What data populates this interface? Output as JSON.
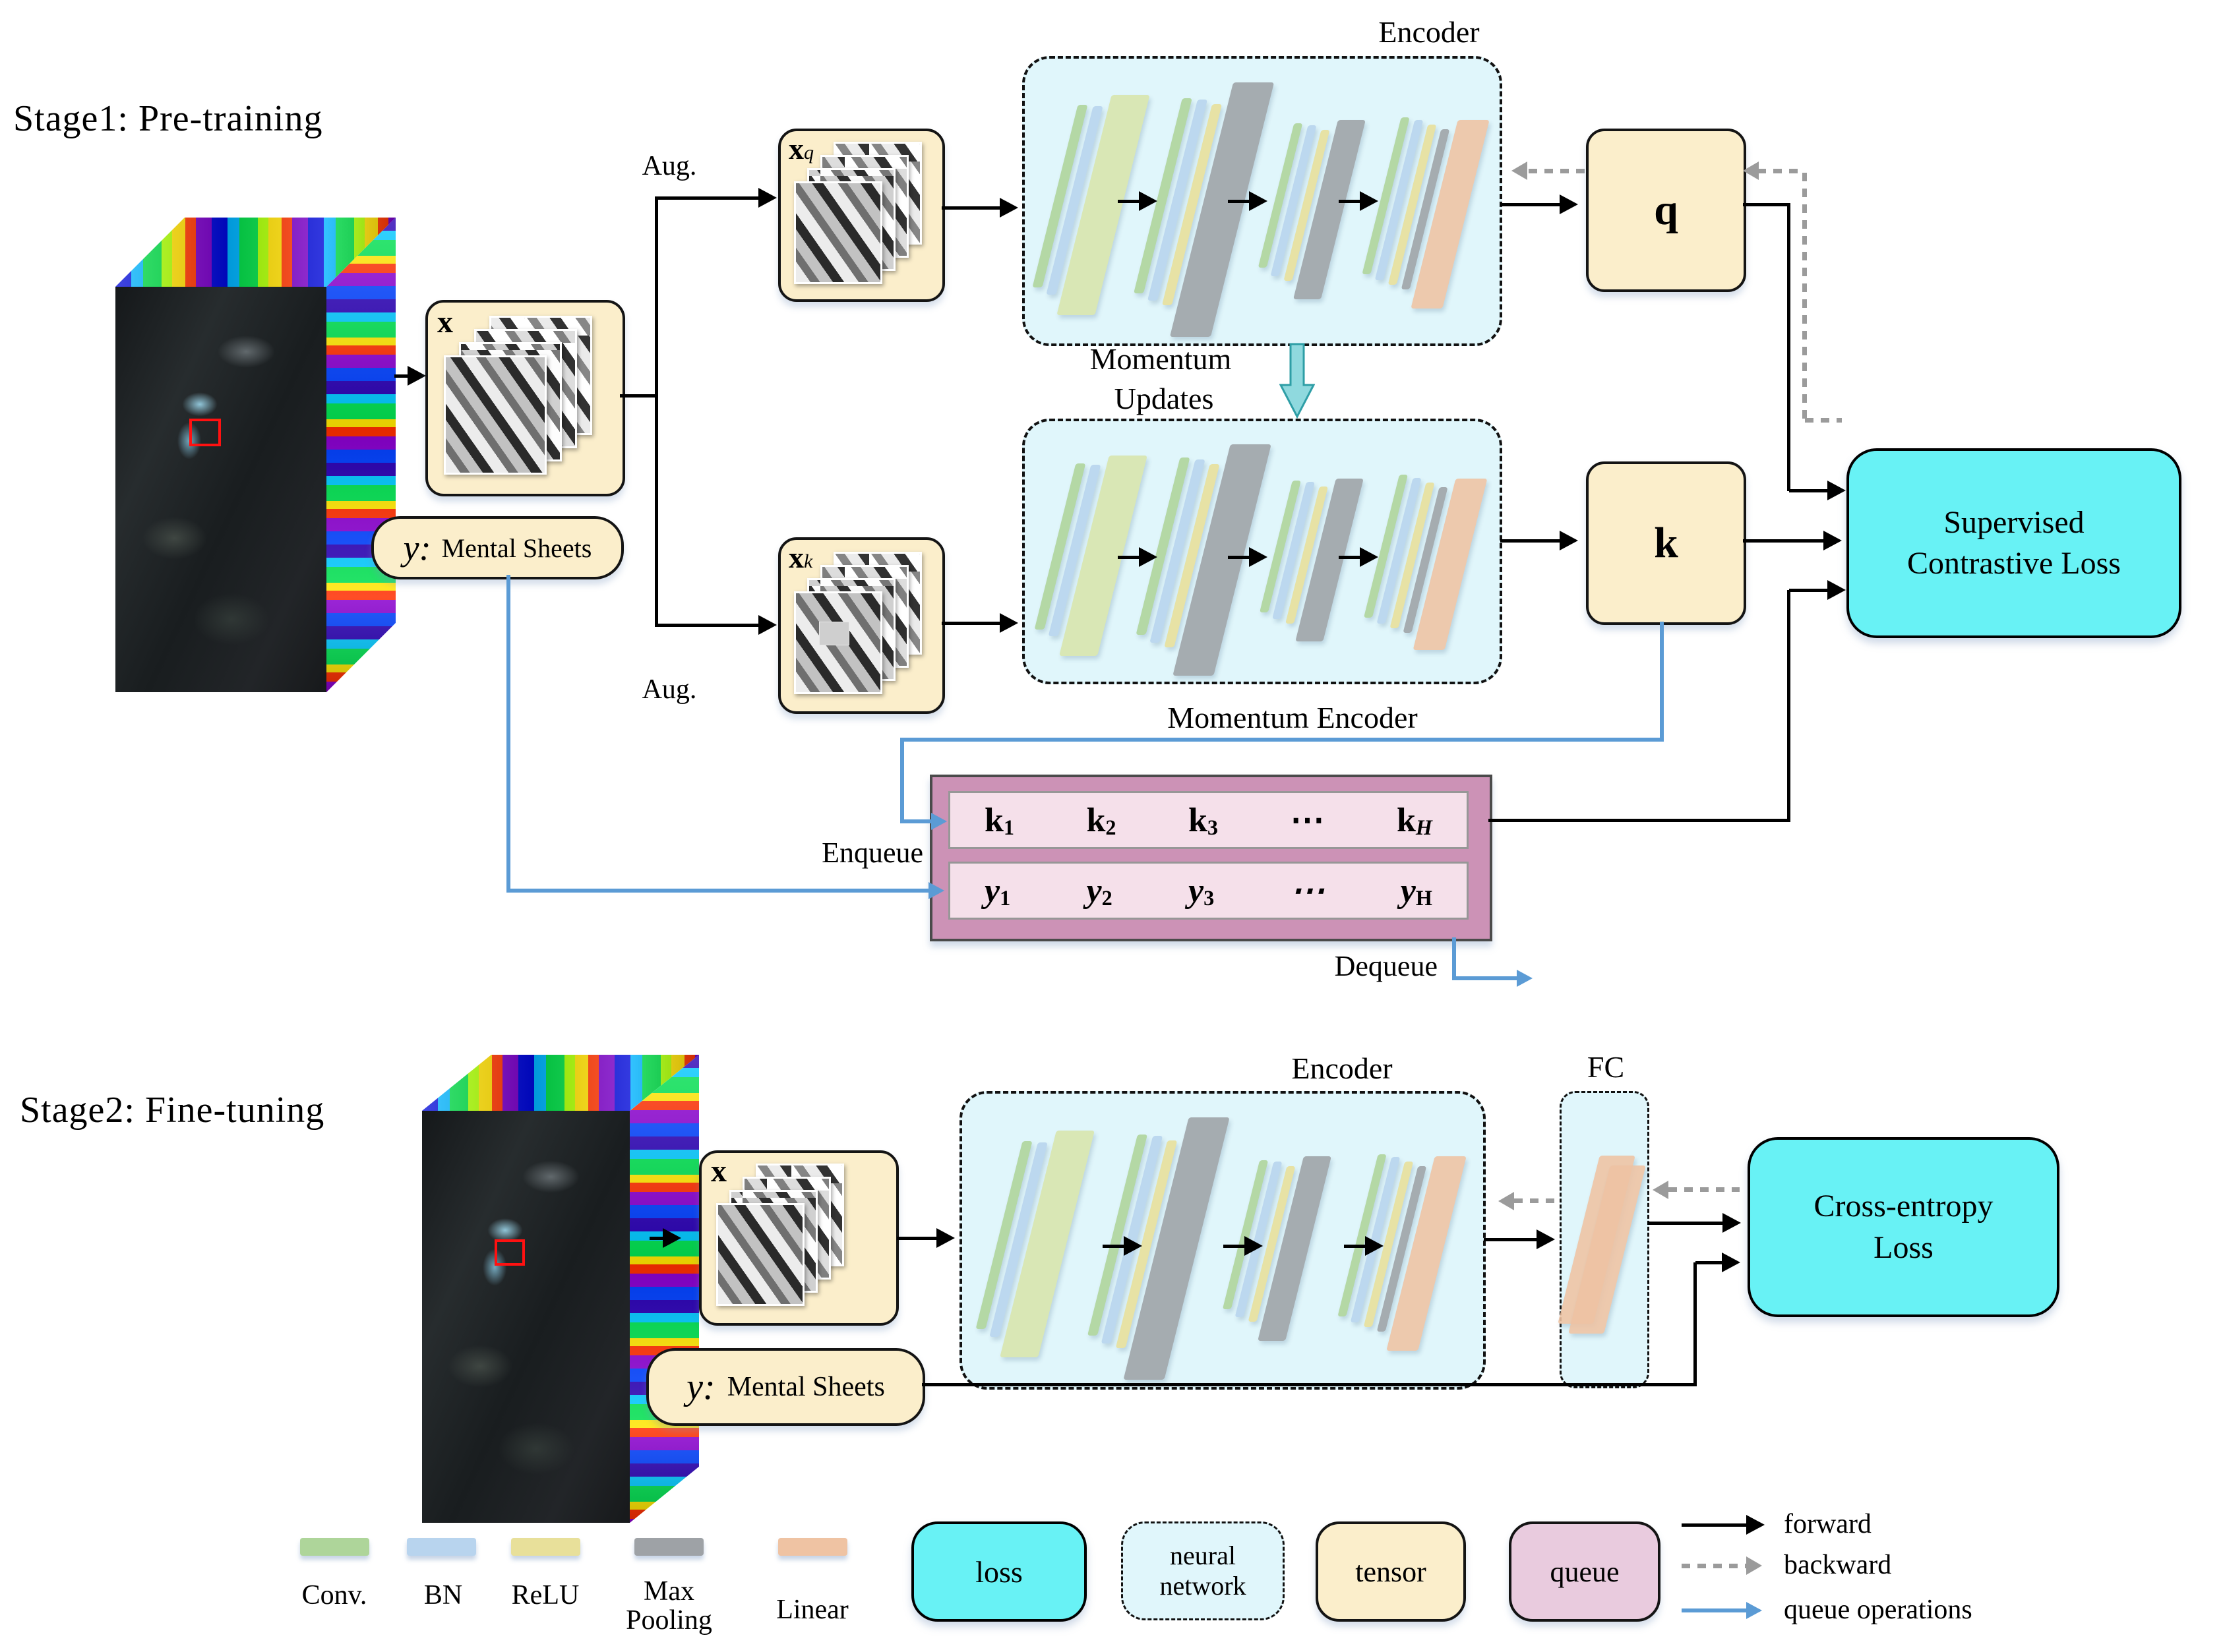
{
  "palette": {
    "tensor_fill": "#FBEECB",
    "loss_fill": "#68F2F5",
    "neural_network_fill": "#E0F6FB",
    "queue_outer": "#CC92B6",
    "queue_inner": "#F5E0EA",
    "queue_legend_fill": "#E9CBDE",
    "forward_black": "#000000",
    "backward_gray": "#9B9B9B",
    "queue_blue": "#5B9BD5",
    "momentum_teal": "#8FD9DE"
  },
  "stage1": {
    "title": "Stage1: Pre-training",
    "aug_top": "Aug.",
    "aug_bottom": "Aug.",
    "x_label": "x",
    "xq_base": "x",
    "xq_sub": "q",
    "xk_base": "x",
    "xk_sub": "k",
    "y_prefix": "y:",
    "y_text": "Mental Sheets",
    "encoder_label": "Encoder",
    "momentum_word1": "Momentum",
    "momentum_word2": "Updates",
    "momentum_encoder_label": "Momentum Encoder",
    "q_label": "q",
    "k_label": "k",
    "loss_line1": "Supervised",
    "loss_line2": "Contrastive Loss",
    "enqueue_label": "Enqueue",
    "dequeue_label": "Dequeue",
    "queue_k_cells": [
      {
        "base": "k",
        "sub": "1"
      },
      {
        "base": "k",
        "sub": "2"
      },
      {
        "base": "k",
        "sub": "3"
      },
      {
        "base": "⋯",
        "sub": ""
      },
      {
        "base": "k",
        "sub": "H"
      }
    ],
    "queue_y_cells": [
      {
        "base": "y",
        "sub": "1"
      },
      {
        "base": "y",
        "sub": "2"
      },
      {
        "base": "y",
        "sub": "3"
      },
      {
        "base": "⋯",
        "sub": ""
      },
      {
        "base": "y",
        "sub": "H"
      }
    ]
  },
  "stage2": {
    "title": "Stage2: Fine-tuning",
    "x_label": "x",
    "y_prefix": "y:",
    "y_text": "Mental Sheets",
    "encoder_label": "Encoder",
    "fc_label": "FC",
    "loss_line1": "Cross-entropy",
    "loss_line2": "Loss"
  },
  "legend": {
    "layer_items": [
      {
        "label": "Conv.",
        "color": "#AED59A"
      },
      {
        "label": "BN",
        "color": "#B8D4EE"
      },
      {
        "label": "ReLU",
        "color": "#E8E09A"
      },
      {
        "label": "Max Pooling",
        "color": "#9EA2A6"
      },
      {
        "label": "Linear",
        "color": "#EFC3A3"
      }
    ],
    "loss_label": "loss",
    "nn_line1": "neural",
    "nn_line2": "network",
    "tensor_label": "tensor",
    "queue_label": "queue",
    "forward_label": "forward",
    "backward_label": "backward",
    "queue_ops_label": "queue operations"
  }
}
